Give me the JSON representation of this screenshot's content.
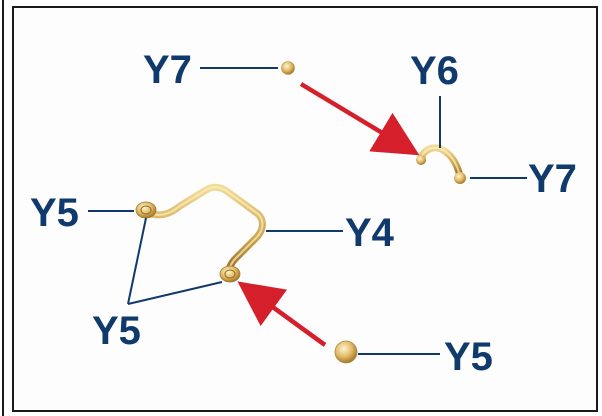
{
  "labels": {
    "y7_top": "Y7",
    "y6": "Y6",
    "y7_right": "Y7",
    "y5_left": "Y5",
    "y4": "Y4",
    "y5_bottom_left": "Y5",
    "y5_bottom_right": "Y5"
  },
  "colors": {
    "label": "#0f3a6b",
    "leader_line": "#0f3a6b",
    "arrow": "#d51f2b",
    "brass": "#c9a24a"
  }
}
